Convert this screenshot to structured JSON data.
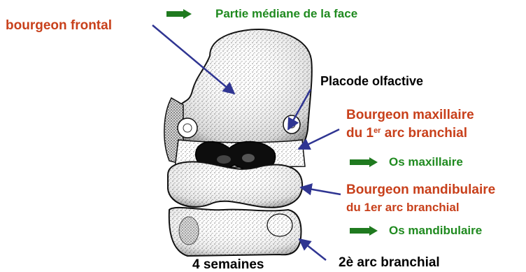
{
  "labels": {
    "frontal": "bourgeon frontal",
    "mediane": "Partie médiane de la face",
    "placode": "Placode olfactive",
    "maxillaire_title": "Bourgeon maxillaire",
    "maxillaire_sub_pre": "du 1",
    "maxillaire_sub_sup": "er",
    "maxillaire_sub_post": " arc branchial",
    "os_maxillaire": "Os maxillaire",
    "mandibulaire_title": "Bourgeon mandibulaire",
    "mandibulaire_sub": "du 1er arc branchial",
    "os_mandibulaire": "Os mandibulaire",
    "arc2": "2è arc branchial",
    "age": "4 semaines"
  },
  "colors": {
    "red": "#c8401b",
    "green": "#1f8a1f",
    "pointer": "#2f3592",
    "black": "#000000"
  },
  "icons": {
    "green_arrow": "right-arrow-icon",
    "pointer_arrow": "pointer-arrow-icon"
  }
}
